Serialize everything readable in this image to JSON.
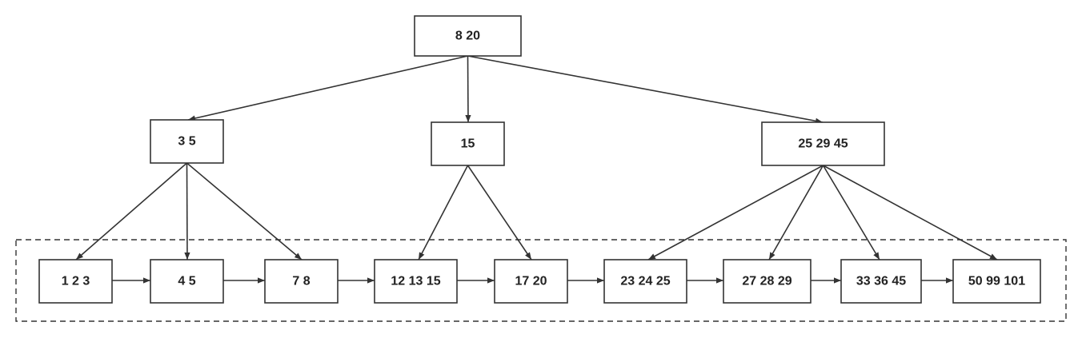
{
  "colors": {
    "stroke": "#333333",
    "text": "#222222",
    "background": "#ffffff"
  },
  "root": {
    "id": "root",
    "label": "8 20"
  },
  "internal": [
    {
      "id": "n35",
      "label": "3 5"
    },
    {
      "id": "n15",
      "label": "15"
    },
    {
      "id": "n252945",
      "label": "25 29 45"
    }
  ],
  "leaves": [
    {
      "id": "l123",
      "label": "1 2 3"
    },
    {
      "id": "l45",
      "label": "4 5"
    },
    {
      "id": "l78",
      "label": "7 8"
    },
    {
      "id": "l121315",
      "label": "12 13 15"
    },
    {
      "id": "l1720",
      "label": "17 20"
    },
    {
      "id": "l232425",
      "label": "23 24 25"
    },
    {
      "id": "l272829",
      "label": "27 28 29"
    },
    {
      "id": "l333645",
      "label": "33 36 45"
    },
    {
      "id": "l5099101",
      "label": "50 99 101"
    }
  ],
  "tree_edges": [
    [
      "root",
      "n35"
    ],
    [
      "root",
      "n15"
    ],
    [
      "root",
      "n252945"
    ],
    [
      "n35",
      "l123"
    ],
    [
      "n35",
      "l45"
    ],
    [
      "n35",
      "l78"
    ],
    [
      "n15",
      "l121315"
    ],
    [
      "n15",
      "l1720"
    ],
    [
      "n252945",
      "l232425"
    ],
    [
      "n252945",
      "l272829"
    ],
    [
      "n252945",
      "l333645"
    ],
    [
      "n252945",
      "l5099101"
    ]
  ],
  "leaf_links": [
    [
      "l123",
      "l45"
    ],
    [
      "l45",
      "l78"
    ],
    [
      "l78",
      "l121315"
    ],
    [
      "l121315",
      "l1720"
    ],
    [
      "l1720",
      "l232425"
    ],
    [
      "l232425",
      "l272829"
    ],
    [
      "l272829",
      "l333645"
    ],
    [
      "l333645",
      "l5099101"
    ]
  ]
}
